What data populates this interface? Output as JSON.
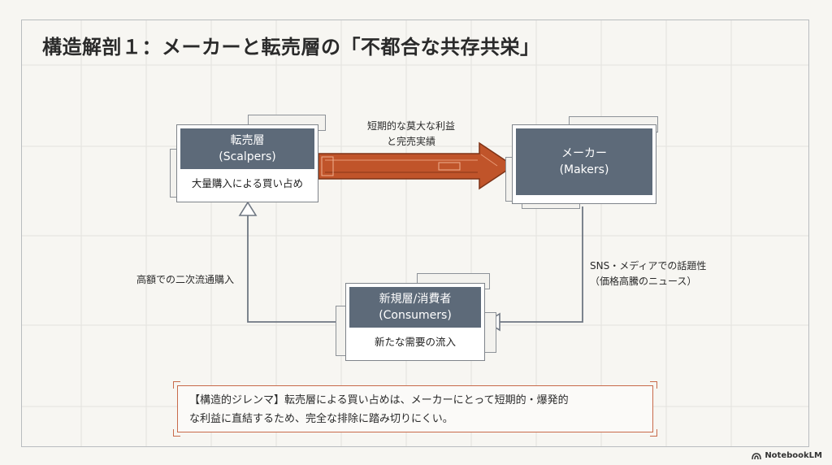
{
  "title": "構造解剖１：メーカーと転売層の「不都合な共存共栄」",
  "nodes": {
    "scalpers": {
      "name": "転売層",
      "en": "(Scalpers)",
      "desc": "大量購入による買い占め"
    },
    "makers": {
      "name": "メーカー",
      "en": "(Makers)"
    },
    "consumers": {
      "name": "新規層/消費者",
      "en": "(Consumers)",
      "desc": "新たな需要の流入"
    }
  },
  "edges": {
    "scalpers_to_makers": {
      "line1": "短期的な莫大な利益",
      "line2": "と完売実績"
    },
    "makers_to_consumers": {
      "line1": "SNS・メディアでの話題性",
      "line2": "（価格高騰のニュース）"
    },
    "consumers_to_scalpers": {
      "line1": "高額での二次流通購入"
    }
  },
  "callout": {
    "line1": "【構造的ジレンマ】転売層による買い占めは、メーカーにとって短期的・爆発的",
    "line2": "な利益に直結するため、完全な排除に踏み切りにくい。"
  },
  "brand": "NotebookLM",
  "colors": {
    "node_head": "#5d6a79",
    "arrow": "#c0542a",
    "callout_border": "#c86a4a"
  }
}
